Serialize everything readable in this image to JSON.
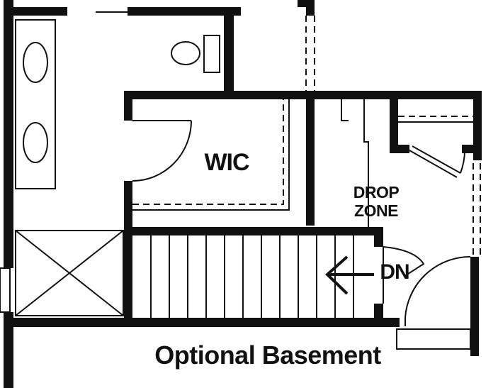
{
  "plan": {
    "labels": {
      "wic": "WIC",
      "drop_line1": "DROP",
      "drop_line2": "ZONE",
      "stair_dir": "DN",
      "caption": "Optional Basement"
    }
  },
  "colors": {
    "line": "#111111",
    "background": "#ffffff"
  }
}
